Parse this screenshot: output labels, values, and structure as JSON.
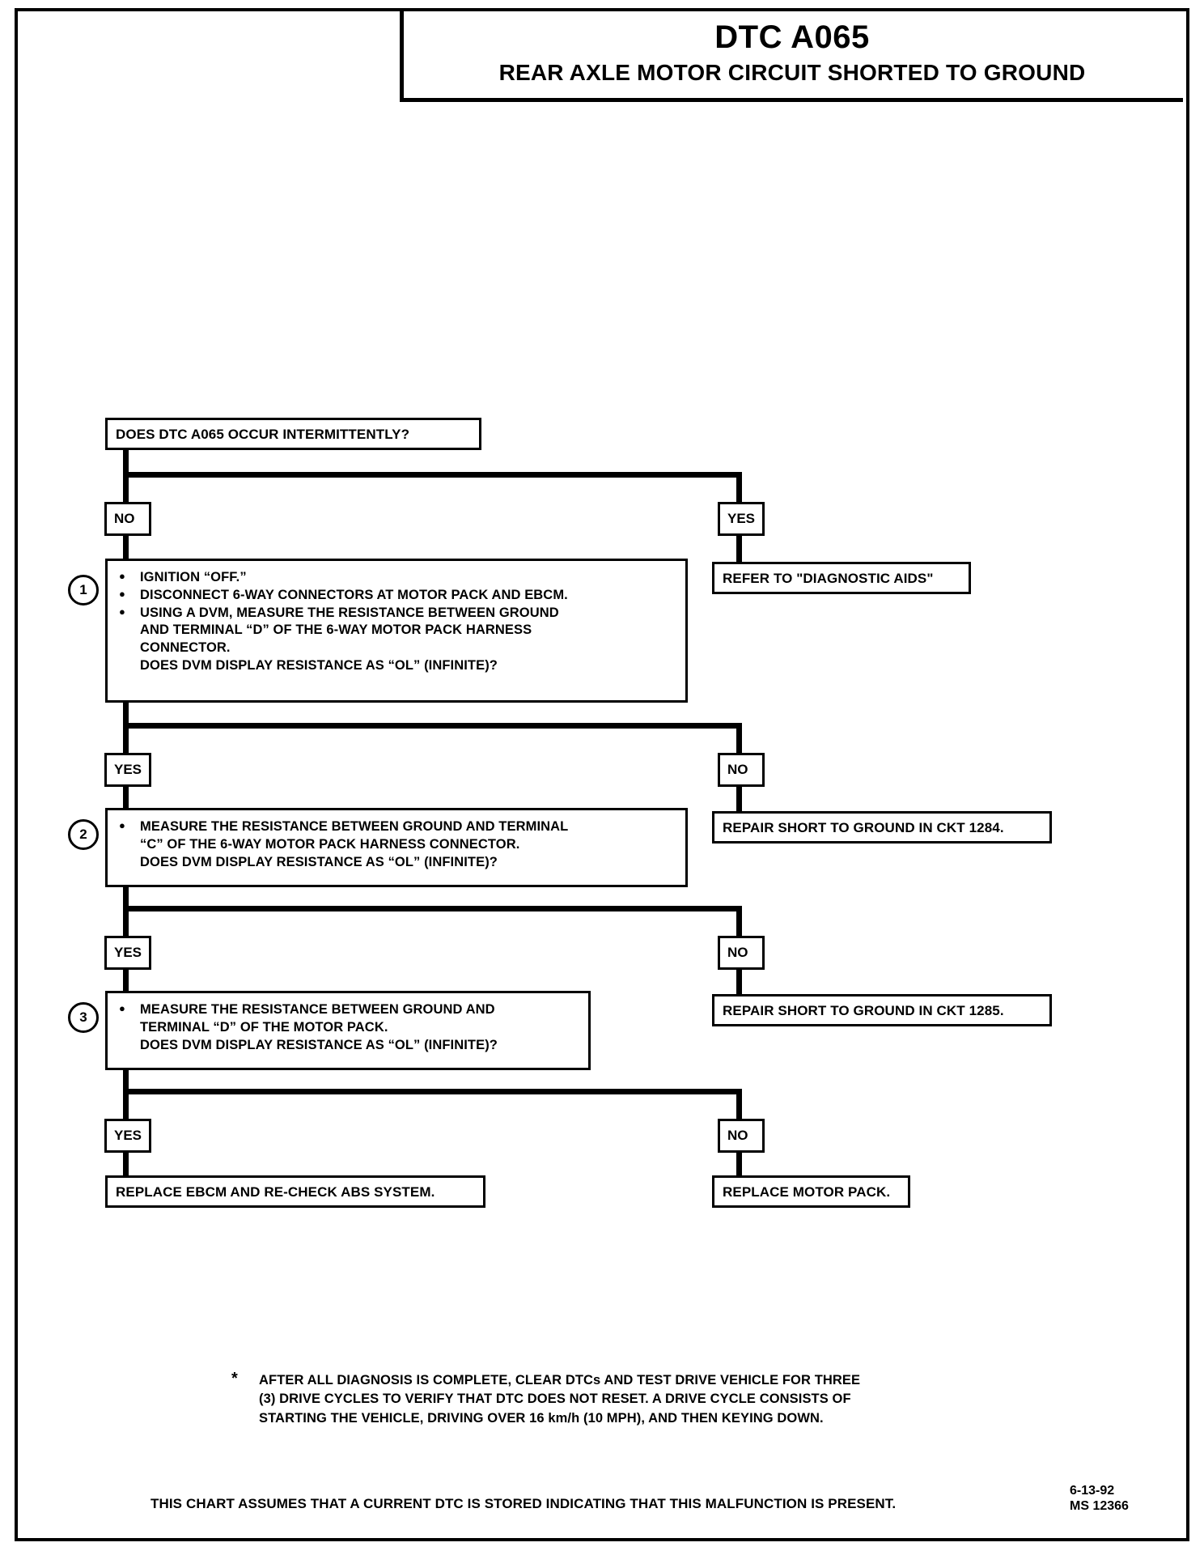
{
  "header": {
    "title": "DTC A065",
    "subtitle": "REAR AXLE MOTOR CIRCUIT SHORTED TO GROUND"
  },
  "chart_data": {
    "type": "diagram",
    "diagram_kind": "diagnostic-flowchart",
    "title": "DTC A065 — REAR AXLE MOTOR CIRCUIT SHORTED TO GROUND",
    "nodes": [
      {
        "id": "q0",
        "kind": "question",
        "text": "DOES DTC A065 OCCUR INTERMITTENTLY?"
      },
      {
        "id": "s1",
        "kind": "step",
        "number": "1"
      },
      {
        "id": "s2",
        "kind": "step",
        "number": "2"
      },
      {
        "id": "s3",
        "kind": "step",
        "number": "3"
      },
      {
        "id": "r0",
        "kind": "result",
        "text": "REFER TO \"DIAGNOSTIC AIDS\""
      },
      {
        "id": "r1",
        "kind": "result",
        "text": "REPAIR SHORT TO GROUND IN CKT 1284."
      },
      {
        "id": "r2",
        "kind": "result",
        "text": "REPAIR SHORT TO GROUND IN CKT 1285."
      },
      {
        "id": "r3",
        "kind": "result",
        "text": "REPLACE EBCM AND RE-CHECK ABS SYSTEM."
      },
      {
        "id": "r4",
        "kind": "result",
        "text": "REPLACE MOTOR PACK."
      }
    ],
    "edges": [
      {
        "from": "q0",
        "label": "NO",
        "to": "s1"
      },
      {
        "from": "q0",
        "label": "YES",
        "to": "r0"
      },
      {
        "from": "s1",
        "label": "YES",
        "to": "s2"
      },
      {
        "from": "s1",
        "label": "NO",
        "to": "r1"
      },
      {
        "from": "s2",
        "label": "YES",
        "to": "s3"
      },
      {
        "from": "s2",
        "label": "NO",
        "to": "r2"
      },
      {
        "from": "s3",
        "label": "YES",
        "to": "r3"
      },
      {
        "from": "s3",
        "label": "NO",
        "to": "r4"
      }
    ]
  },
  "question": {
    "text": "DOES DTC A065 OCCUR INTERMITTENTLY?"
  },
  "labels": {
    "no_1": "NO",
    "yes_1": "YES",
    "yes_2": "YES",
    "no_2": "NO",
    "yes_3": "YES",
    "no_3": "NO",
    "yes_4": "YES",
    "no_4": "NO"
  },
  "steps": [
    {
      "number": "1",
      "lines": [
        {
          "bullet": true,
          "text": "IGNITION “OFF.”"
        },
        {
          "bullet": true,
          "text": "DISCONNECT 6-WAY CONNECTORS AT MOTOR PACK AND EBCM."
        },
        {
          "bullet": true,
          "text": "USING A DVM, MEASURE THE RESISTANCE BETWEEN GROUND"
        },
        {
          "bullet": false,
          "text": "AND TERMINAL “D” OF THE 6-WAY MOTOR PACK HARNESS"
        },
        {
          "bullet": false,
          "text": "CONNECTOR."
        },
        {
          "bullet": false,
          "text": "DOES DVM DISPLAY RESISTANCE AS “OL” (INFINITE)?"
        }
      ]
    },
    {
      "number": "2",
      "lines": [
        {
          "bullet": true,
          "text": "MEASURE THE RESISTANCE BETWEEN GROUND AND TERMINAL"
        },
        {
          "bullet": false,
          "text": "“C” OF THE 6-WAY MOTOR PACK HARNESS CONNECTOR."
        },
        {
          "bullet": false,
          "text": "DOES DVM DISPLAY RESISTANCE AS “OL” (INFINITE)?"
        }
      ]
    },
    {
      "number": "3",
      "lines": [
        {
          "bullet": true,
          "text": "MEASURE THE RESISTANCE BETWEEN GROUND AND"
        },
        {
          "bullet": false,
          "text": "TERMINAL “D” OF THE MOTOR PACK."
        },
        {
          "bullet": false,
          "text": "DOES DVM DISPLAY RESISTANCE AS “OL” (INFINITE)?"
        }
      ]
    }
  ],
  "results": {
    "diagnostic_aids": "REFER TO \"DIAGNOSTIC AIDS\"",
    "repair_1284": "REPAIR SHORT TO GROUND IN CKT 1284.",
    "repair_1285": "REPAIR SHORT TO GROUND IN CKT 1285.",
    "replace_ebcm": "REPLACE EBCM AND RE-CHECK ABS SYSTEM.",
    "replace_motor_pack": "REPLACE MOTOR PACK."
  },
  "footnote": {
    "marker": "*",
    "line1": "AFTER ALL DIAGNOSIS IS COMPLETE, CLEAR DTCs AND TEST DRIVE VEHICLE FOR THREE",
    "line2": "(3) DRIVE CYCLES TO VERIFY THAT DTC DOES NOT RESET.  A DRIVE CYCLE CONSISTS OF",
    "line3": "STARTING THE VEHICLE, DRIVING OVER 16 km/h (10 MPH), AND THEN KEYING DOWN."
  },
  "footer": {
    "assumption": "THIS CHART ASSUMES THAT A CURRENT DTC IS STORED INDICATING THAT THIS MALFUNCTION IS PRESENT.",
    "date": "6-13-92",
    "doc_number": "MS 12366"
  },
  "colors": {
    "ink": "#000000",
    "paper": "#ffffff"
  }
}
